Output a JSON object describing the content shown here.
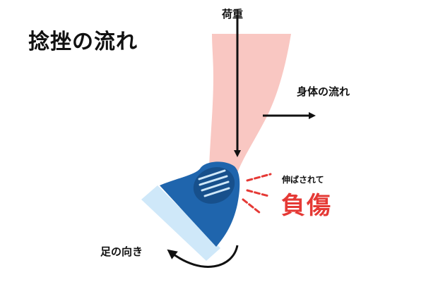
{
  "title": "捻挫の流れ",
  "labels": {
    "load": "荷重",
    "body_flow": "身体の流れ",
    "stretched": "伸ばされて",
    "injury": "負傷",
    "foot_direction": "足の向き"
  },
  "colors": {
    "leg": "#f9c7c2",
    "shoe": "#1f65ad",
    "shoe_dark": "#17508c",
    "sole": "#cfe8f9",
    "arrow": "#111111",
    "injury": "#e53935",
    "text": "#111111"
  },
  "icons": {
    "load_arrow": "arrow-down-icon",
    "body_arrow": "arrow-right-icon",
    "rotation_arrow": "curved-arrow-icon",
    "strain_marks": "strain-lines-icon"
  }
}
